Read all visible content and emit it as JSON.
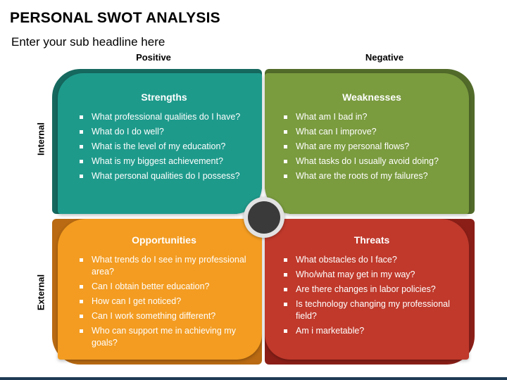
{
  "title": "PERSONAL SWOT ANALYSIS",
  "subtitle": "Enter your sub headline here",
  "columns": {
    "positive": "Positive",
    "negative": "Negative"
  },
  "rows": {
    "internal": "Internal",
    "external": "External"
  },
  "strengths": {
    "heading": "Strengths",
    "items": [
      "What professional qualities do I have?",
      "What do I do well?",
      "What is the level of my education?",
      "What is my biggest achievement?",
      "What personal qualities do I possess?"
    ]
  },
  "weaknesses": {
    "heading": "Weaknesses",
    "items": [
      "What am I bad in?",
      "What can I improve?",
      "What are my personal flows?",
      "What tasks do I usually avoid doing?",
      "What are the roots of my failures?"
    ]
  },
  "opportunities": {
    "heading": "Opportunities",
    "items": [
      "What trends do I see in my professional area?",
      "Can I obtain better education?",
      "How can I get noticed?",
      "Can I work something different?",
      "Who can support me in achieving my goals?"
    ]
  },
  "threats": {
    "heading": "Threats",
    "items": [
      "What obstacles do I face?",
      "Who/what may get in my way?",
      "Are there changes in labor policies?",
      "Is technology changing my professional field?",
      "Am i marketable?"
    ]
  },
  "colors": {
    "strengths": "#1e9a8b",
    "weaknesses": "#7a9b3e",
    "opportunities": "#f39c21",
    "threats": "#c0392b",
    "center": "#3a3a3a"
  }
}
